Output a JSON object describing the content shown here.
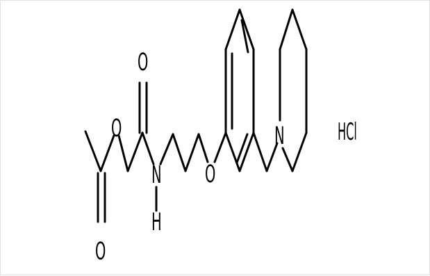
{
  "structure": {
    "atoms": {
      "o_carbonyl_ester": "O",
      "o_ester": "O",
      "o_carbonyl_amide": "O",
      "n_amide": "N",
      "h_amide": "H",
      "o_ether": "O",
      "n_piperidine": "N"
    },
    "salt": "HCl"
  },
  "colors": {
    "bond": "#000000",
    "label": "#000000",
    "background": "#ffffff"
  }
}
